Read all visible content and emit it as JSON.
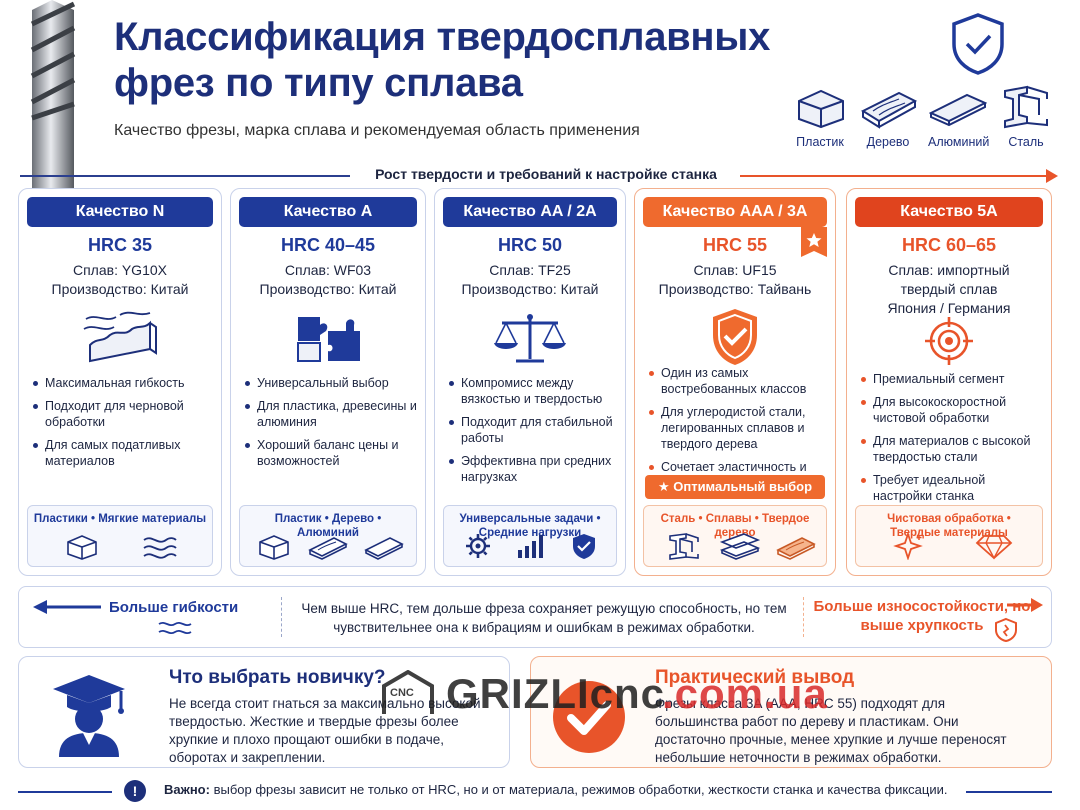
{
  "title": "Классификация твердосплавных фрез по типу сплава",
  "subtitle": "Качество фрезы, марка сплава и рекомендуемая область применения",
  "materials": [
    "Пластик",
    "Дерево",
    "Алюминий",
    "Сталь"
  ],
  "growth_label": "Рост твердости и требований к настройке станка",
  "cards": [
    {
      "header": "Качество N",
      "hrc": "HRC 35",
      "alloy": "Сплав: YG10X",
      "made": "Производство: Китай",
      "bullets": [
        "Максимальная гибкость",
        "Подходит для черновой обработки",
        "Для самых податливых материалов"
      ],
      "tags": "Пластики • Мягкие материалы",
      "icon": "rough-surface-icon",
      "mini": [
        "block-icon",
        "waves-icon"
      ]
    },
    {
      "header": "Качество A",
      "hrc": "HRC 40–45",
      "alloy": "Сплав: WF03",
      "made": "Производство: Китай",
      "bullets": [
        "Универсальный выбор",
        "Для пластика, древесины и алюминия",
        "Хороший баланс цены и возможностей"
      ],
      "tags": "Пластик • Дерево • Алюминий",
      "icon": "puzzle-icon",
      "mini": [
        "block-icon",
        "wood-icon",
        "plate-icon"
      ]
    },
    {
      "header": "Качество AA / 2A",
      "hrc": "HRC 50",
      "alloy": "Сплав: TF25",
      "made": "Производство: Китай",
      "bullets": [
        "Компромисс между вязкостью и твердостью",
        "Подходит для стабильной работы",
        "Эффективна при средних нагрузках"
      ],
      "tags": "Универсальные задачи • Средние нагрузки",
      "icon": "scales-icon",
      "mini": [
        "gear-icon",
        "bars-icon",
        "shield-icon"
      ]
    },
    {
      "header": "Качество AAA / 3A",
      "hrc": "HRC 55",
      "alloy": "Сплав: UF15",
      "made": "Производство: Тайвань",
      "bullets": [
        "Один из самых востребованных классов",
        "Для углеродистой стали, легированных сплавов и твердого дерева",
        "Сочетает эластичность и стойкость к излому"
      ],
      "tags": "Сталь • Сплавы • Твердое дерево",
      "icon": "shield-check-icon",
      "optimal": "Оптимальный выбор",
      "mini": [
        "beam-icon",
        "plates-icon",
        "wood-icon"
      ]
    },
    {
      "header": "Качество 5A",
      "hrc": "HRC 60–65",
      "alloy": "Сплав: импортный твердый сплав",
      "made": "Япония / Германия",
      "bullets": [
        "Премиальный сегмент",
        "Для высокоскоростной чистовой обработки",
        "Для материалов с высокой твердостью стали",
        "Требует идеальной настройки станка"
      ],
      "tags": "Чистовая обработка • Твердые материалы",
      "icon": "target-icon",
      "mini": [
        "sparkle-icon",
        "diamond-icon"
      ]
    }
  ],
  "flex": {
    "left": "Больше гибкости",
    "middle": "Чем выше HRC, тем дольше фреза сохраняет режущую способность, но тем чувствительнее она к вибрациям и ошибкам в режимах обработки.",
    "right": "Больше износостойкости, но выше хрупкость"
  },
  "beginner": {
    "title": "Что выбрать новичку?",
    "text": "Не всегда стоит гнаться за максимально высокой твердостью. Жесткие и твердые фрезы более хрупкие и плохо прощают ошибки в подаче, оборотах и закреплении."
  },
  "practical": {
    "title": "Практический вывод",
    "text": "Фрезы класса 3A (AAA, HRC 55) подходят для большинства работ по дереву и пластикам. Они достаточно прочные, менее хрупкие и лучше переносят небольшие неточности в режимах обработки."
  },
  "watermark": {
    "cnc": "CNC",
    "brand": "GRIZLIcnc",
    "domain": ".com.ua"
  },
  "important": {
    "label": "Важно:",
    "text": "выбор фрезы зависит не только от HRC, но и от материала, режимов обработки, жесткости станка и качества фиксации.",
    "mark": "!"
  },
  "colors": {
    "navy": "#1f3a9a",
    "orange": "#e8542a",
    "orange_light": "#ef6a2e"
  }
}
